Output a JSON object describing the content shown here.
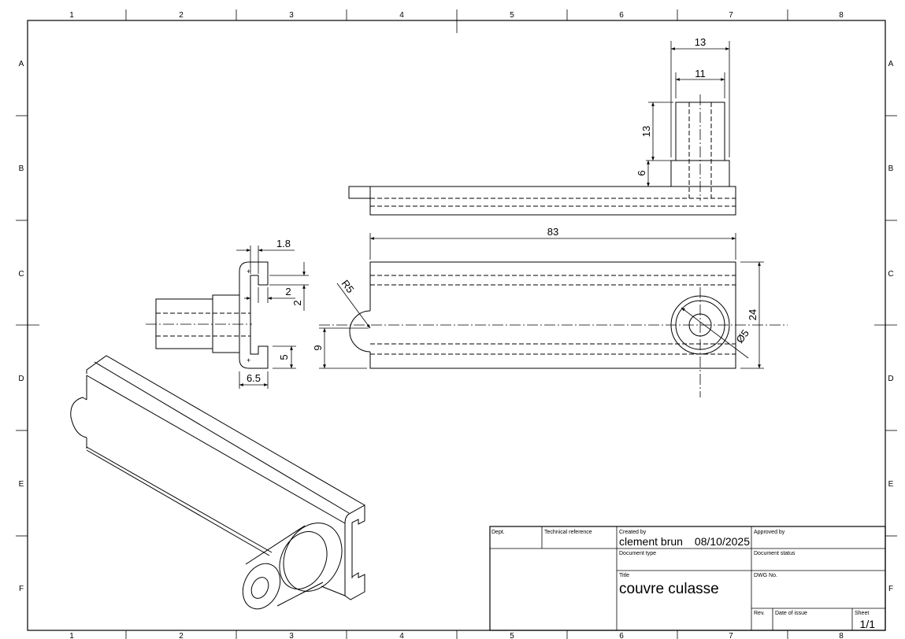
{
  "sheet": {
    "columns": [
      "1",
      "2",
      "3",
      "4",
      "5",
      "6",
      "7",
      "8"
    ],
    "rows": [
      "A",
      "B",
      "C",
      "D",
      "E",
      "F"
    ]
  },
  "dimensions": {
    "top_width_outer": "13",
    "top_width_inner": "11",
    "top_height_boss": "13",
    "top_height_base": "6",
    "length": "83",
    "width": "24",
    "radius": "R5",
    "hole_diameter": "Ø5",
    "offset": "9",
    "side_thickness": "1.8",
    "side_groove": "2",
    "side_groove_v": "2",
    "side_lip": "5",
    "side_depth": "6.5"
  },
  "title_block": {
    "dept_label": "Dept.",
    "tech_ref_label": "Technical reference",
    "created_by_label": "Created by",
    "created_by": "clement brun",
    "created_date": "08/10/2025",
    "approved_by_label": "Approved by",
    "doc_type_label": "Document type",
    "doc_status_label": "Document status",
    "title_label": "Title",
    "title": "couvre culasse",
    "dwg_no_label": "DWG No.",
    "rev_label": "Rev.",
    "date_issue_label": "Date of issue",
    "sheet_label": "Sheet",
    "sheet": "1/1"
  }
}
